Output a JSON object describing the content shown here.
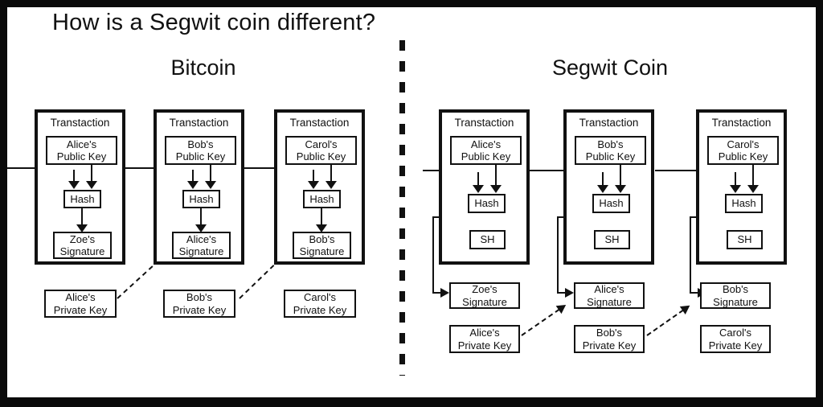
{
  "title": "How is a Segwit coin different?",
  "colors": {
    "ink": "#111111",
    "background": "#ffffff"
  },
  "panels": {
    "bitcoin": {
      "title": "Bitcoin",
      "transactions": [
        {
          "header": "Transtaction",
          "public_key": "Alice's\nPublic Key",
          "hash": "Hash",
          "signature": "Zoe's\nSignature",
          "private_key": "Alice's\nPrivate Key"
        },
        {
          "header": "Transtaction",
          "public_key": "Bob's\nPublic Key",
          "hash": "Hash",
          "signature": "Alice's\nSignature",
          "private_key": "Bob's\nPrivate Key"
        },
        {
          "header": "Transtaction",
          "public_key": "Carol's\nPublic Key",
          "hash": "Hash",
          "signature": "Bob's\nSignature",
          "private_key": "Carol's\nPrivate Key"
        }
      ]
    },
    "segwit": {
      "title": "Segwit Coin",
      "transactions": [
        {
          "header": "Transtaction",
          "public_key": "Alice's\nPublic Key",
          "hash": "Hash",
          "script_hash": "SH",
          "signature": "Zoe's\nSignature",
          "private_key": "Alice's\nPrivate Key"
        },
        {
          "header": "Transtaction",
          "public_key": "Bob's\nPublic Key",
          "hash": "Hash",
          "script_hash": "SH",
          "signature": "Alice's\nSignature",
          "private_key": "Bob's\nPrivate Key"
        },
        {
          "header": "Transtaction",
          "public_key": "Carol's\nPublic Key",
          "hash": "Hash",
          "script_hash": "SH",
          "signature": "Bob's\nSignature",
          "private_key": "Carol's\nPrivate Key"
        }
      ]
    }
  }
}
